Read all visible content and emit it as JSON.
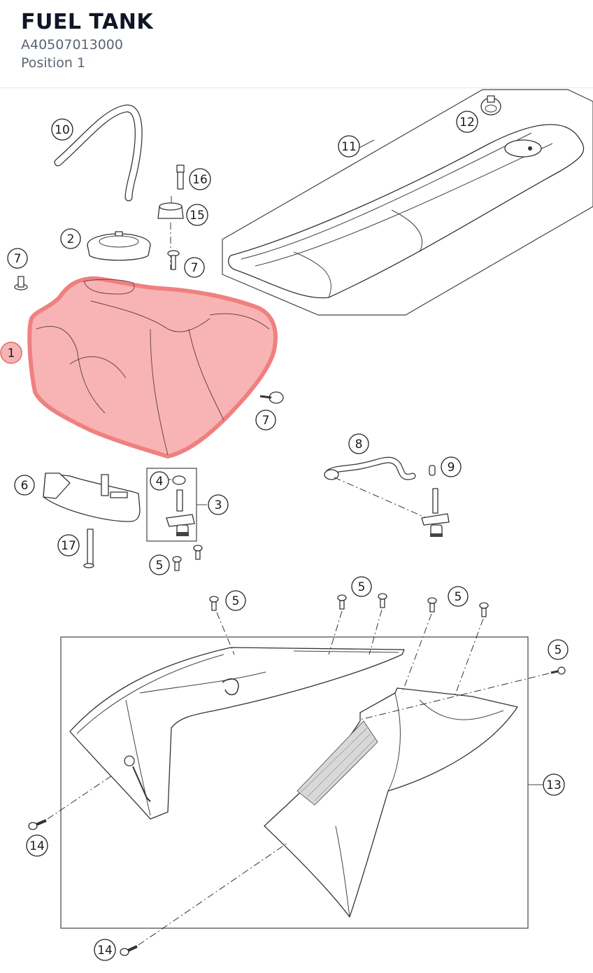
{
  "header": {
    "title": "FUEL TANK",
    "part_number": "A40507013000",
    "position": "Position 1"
  },
  "callouts": {
    "c1": "1",
    "c2": "2",
    "c3": "3",
    "c4": "4",
    "c5a": "5",
    "c5b": "5",
    "c5c": "5",
    "c5d": "5",
    "c5e": "5",
    "c6": "6",
    "c7a": "7",
    "c7b": "7",
    "c7c": "7",
    "c8": "8",
    "c9": "9",
    "c10": "10",
    "c11": "11",
    "c12": "12",
    "c13": "13",
    "c14a": "14",
    "c14b": "14",
    "c15": "15",
    "c16": "16",
    "c17": "17"
  },
  "highlight": {
    "selected_callout": "1",
    "color": "#f08080"
  }
}
